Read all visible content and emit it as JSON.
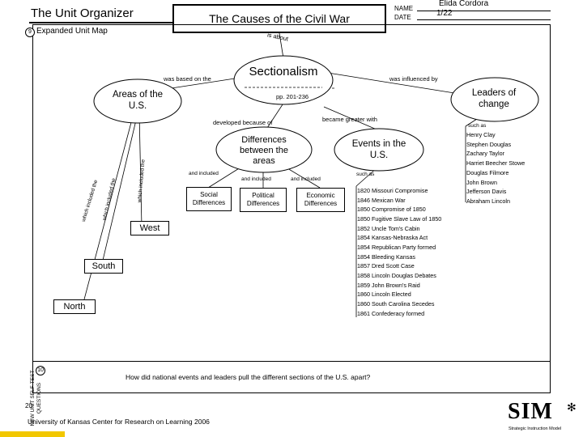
{
  "header": {
    "title": "The Unit Organizer",
    "topic": "The Causes of the Civil War",
    "name_label": "NAME",
    "name_value": "Elida Cordora",
    "date_label": "DATE",
    "date_value": "1/22"
  },
  "map": {
    "section_number": "9",
    "section_label": "Expanded Unit Map",
    "is_about": "is about",
    "main_concept": "Sectionalism",
    "pages": "pp. 201-236",
    "was_based_on": "was based on the",
    "was_influenced_by": "was influenced by",
    "developed_because_of": "developed because of",
    "became_greater_with": "became greater with",
    "areas": "Areas of the U.S.",
    "which_included_1": "which included the",
    "which_included_2": "which included the",
    "which_included_3": "which included the",
    "west": "West",
    "south": "South",
    "north": "North",
    "differences": "Differences between the areas",
    "and_included_1": "and included",
    "and_included_2": "and included",
    "and_included_3": "and included",
    "social": "Social Differences",
    "political": "Political Differences",
    "economic": "Economic Differences",
    "events": "Events in the U.S.",
    "such_as_events": "such as",
    "events_list": [
      "1820  Missouri Compromise",
      "1846  Mexican War",
      "1850  Compromise of 1850",
      "1850  Fugitive Slave Law of 1850",
      "1852  Uncle Tom's Cabin",
      "1854  Kansas-Nebraska Act",
      "1854  Republican Party formed",
      "1854  Bleeding Kansas",
      "1857  Dred Scott Case",
      "1858  Lincoln Douglas Debates",
      "1859  John Brown's Raid",
      "1860  Lincoln Elected",
      "1860  South Carolina Secedes",
      "1861  Confederacy formed"
    ],
    "leaders": "Leaders of change",
    "such_as_leaders": "such as",
    "leaders_list": [
      "Henry Clay",
      "Stephen Douglas",
      "Zachary Taylor",
      "Harriet Beecher Stowe",
      "Douglas Filmore",
      "John Brown",
      "Jefferson Davis",
      "Abraham Lincoln"
    ]
  },
  "self_test": {
    "number": "10",
    "label": "NEW UNIT SELF-TEST QUESTIONS",
    "question": "How did national events and leaders pull the different sections of the U.S. apart?"
  },
  "footer": {
    "page_number": "20",
    "credit": "University of Kansas Center for Research on Learning 2006",
    "logo_text": "SIM",
    "logo_tagline": "Strategic Instruction Model"
  }
}
